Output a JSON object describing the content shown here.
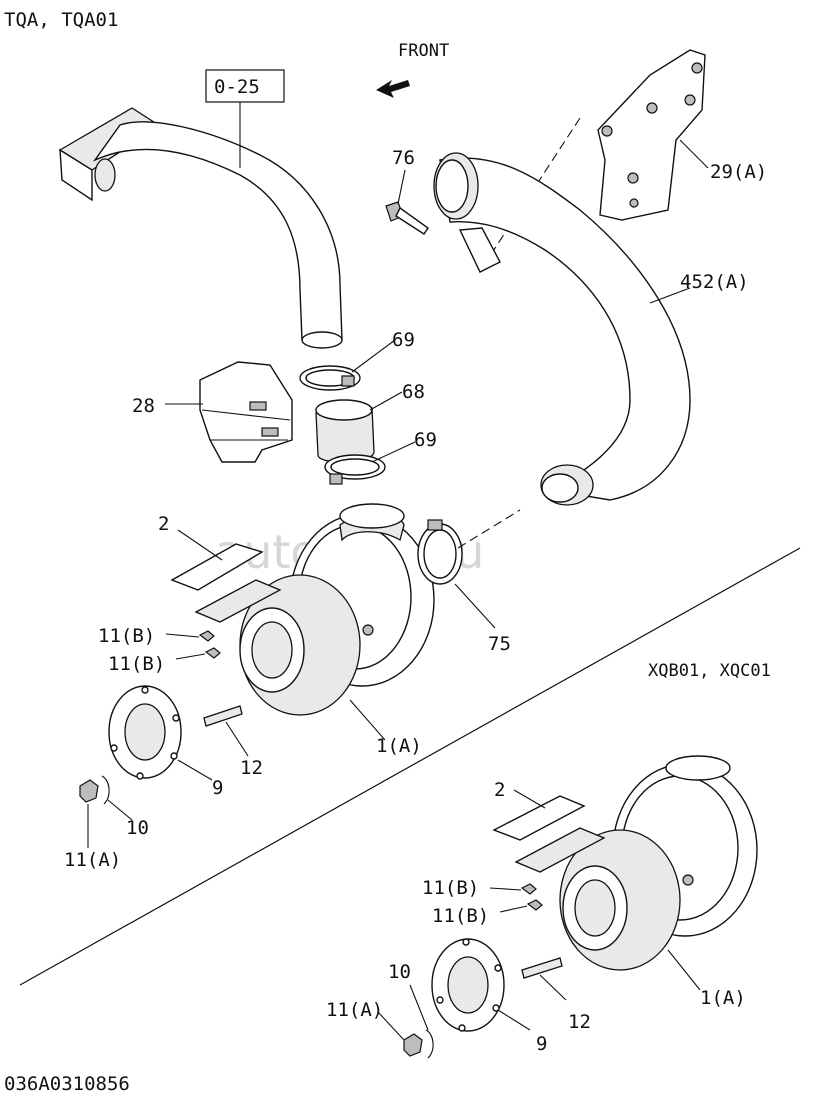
{
  "header": {
    "model_code": "TQA, TQA01"
  },
  "front_indicator": {
    "label": "FRONT"
  },
  "section_label": "XQB01, XQC01",
  "footer": {
    "drawing_number": "036A0310856"
  },
  "watermark": "autopiter.ru",
  "callouts": {
    "ref_box": "0-25",
    "c76": "76",
    "c29a": "29(A)",
    "c452a": "452(A)",
    "c69_top": "69",
    "c68": "68",
    "c69_bottom": "69",
    "c28": "28",
    "c2_top": "2",
    "c11b_1": "11(B)",
    "c11b_2": "11(B)",
    "c75": "75",
    "c1a_top": "1(A)",
    "c12_top": "12",
    "c9_top": "9",
    "c10_top": "10",
    "c11a_top": "11(A)",
    "c2_bot": "2",
    "c11b_3": "11(B)",
    "c11b_4": "11(B)",
    "c1a_bot": "1(A)",
    "c10_bot": "10",
    "c11a_bot": "11(A)",
    "c12_bot": "12",
    "c9_bot": "9"
  }
}
